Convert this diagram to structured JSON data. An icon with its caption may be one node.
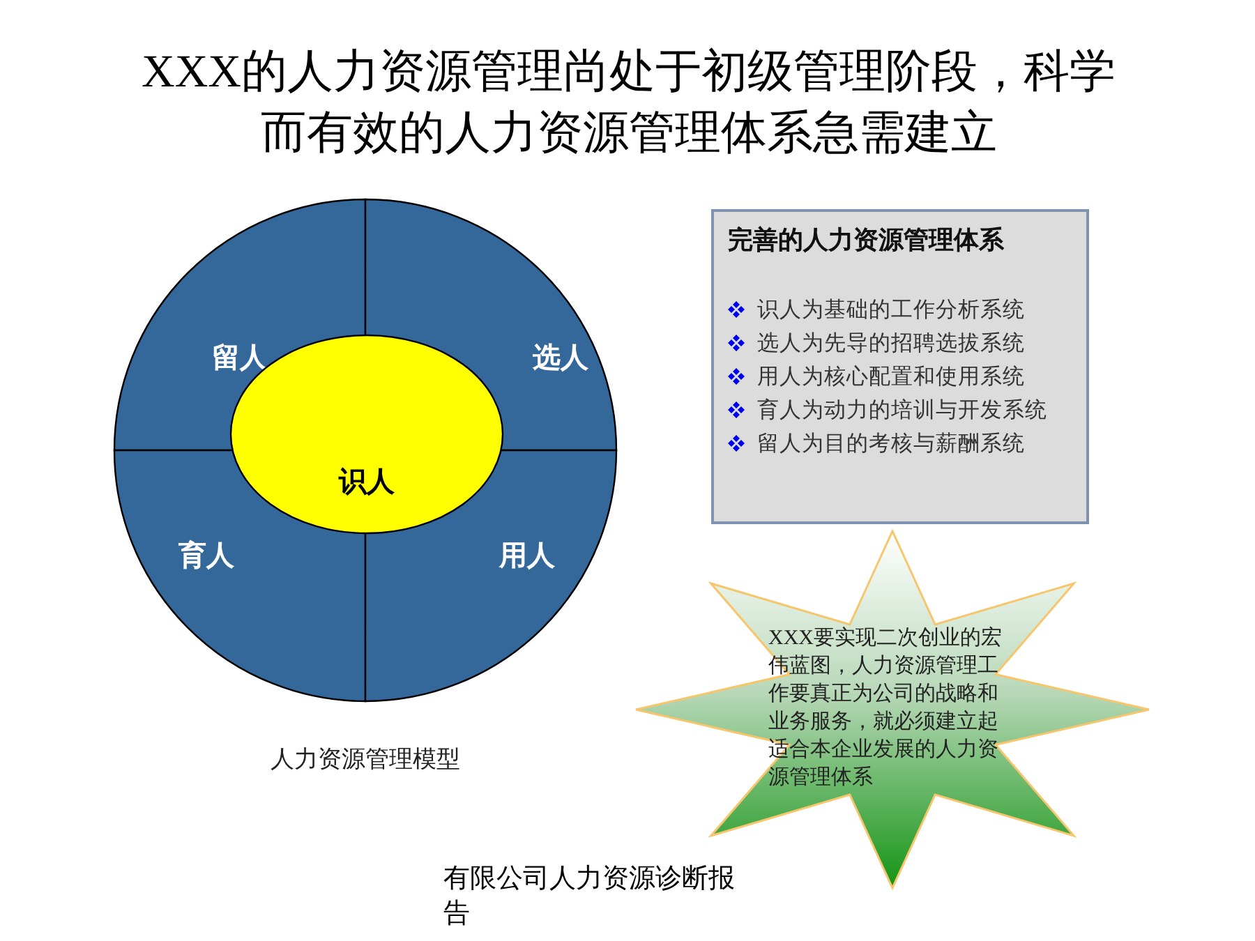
{
  "diagram": {
    "title": "XXX的人力资源管理尚处于初级管理阶段，科学而有效的人力资源管理体系急需建立",
    "nodes": [
      {
        "text": [],
        "shape": "circle"
      },
      {
        "text": [
          "留人"
        ],
        "in": 0
      },
      {
        "text": [
          "选人"
        ],
        "in": 0
      },
      {
        "text": [
          "识人"
        ],
        "in": 0
      },
      {
        "text": [
          "育人"
        ],
        "in": 0
      },
      {
        "text": [
          "用人"
        ],
        "in": 0
      },
      {
        "text": [
          "完善的人力资源管理体系",
          "识人为基础的工作分析系统",
          "选人为先导的招聘选拔系统",
          "用人为核心配置和使用系统",
          "育人为动力的培训与开发系统",
          "留人为目的考核与薪酬系统"
        ]
      },
      {
        "text": [
          "XXX要实现二次创业的宏伟蓝图，人力资源管理工作要真正为公司的战略和业务服务，就必须建立起适合本企业发展的人力资源管理体系"
        ]
      }
    ],
    "caption": "人力资源管理模型",
    "labels": [
      "有限公司人力资源诊断报告"
    ]
  }
}
